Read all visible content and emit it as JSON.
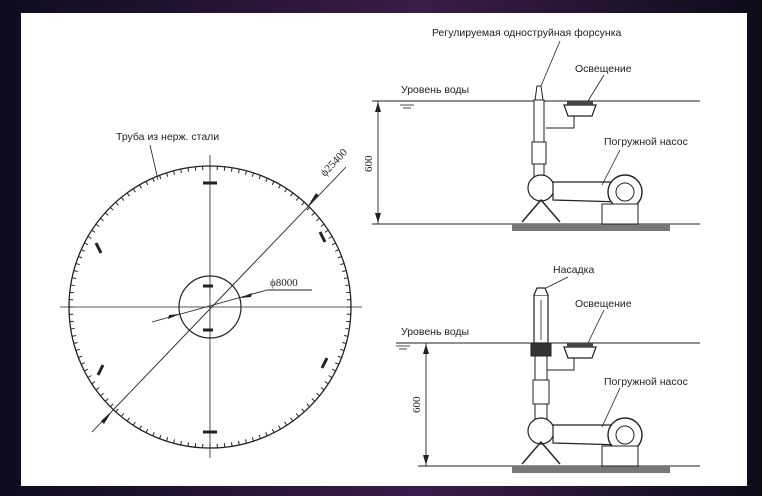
{
  "labels": {
    "pipe": "Труба из нерж. стали",
    "outer_diameter": "ϕ25400",
    "inner_diameter": "ϕ8000",
    "top_nozzle": "Регулируемая одноструйная форсунка",
    "top_lighting": "Освещение",
    "top_water_level": "Уровень воды",
    "top_pump": "Погружной насос",
    "top_depth": "600",
    "bottom_nozzle": "Насадка",
    "bottom_lighting": "Освещение",
    "bottom_water_level": "Уровень воды",
    "bottom_pump": "Погружной насос",
    "bottom_depth": "600"
  }
}
